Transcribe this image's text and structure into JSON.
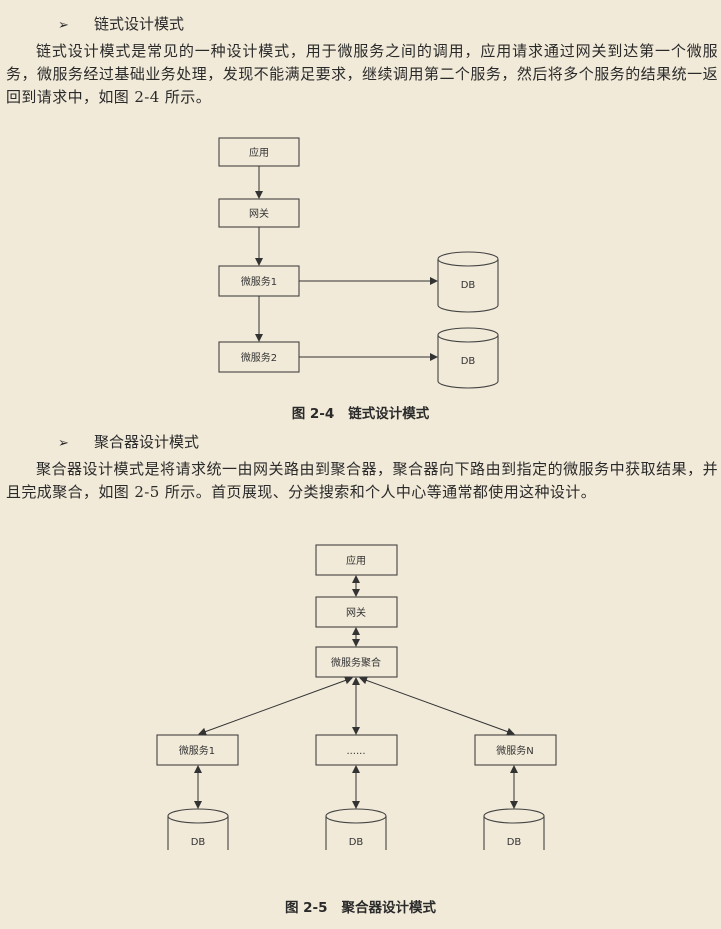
{
  "sections": [
    {
      "heading": "链式设计模式",
      "bullet": "➢",
      "paragraph": "链式设计模式是常见的一种设计模式，用于微服务之间的调用，应用请求通过网关到达第一个微服务，微服务经过基础业务处理，发现不能满足要求，继续调用第二个服务，然后将多个服务的结果统一返回到请求中，如图 2-4 所示。"
    },
    {
      "heading": "聚合器设计模式",
      "bullet": "➢",
      "paragraph": "聚合器设计模式是将请求统一由网关路由到聚合器，聚合器向下路由到指定的微服务中获取结果，并且完成聚合，如图 2-5 所示。首页展现、分类搜索和个人中心等通常都使用这种设计。"
    }
  ],
  "figure_2_4": {
    "number": "图 2-4",
    "title": "链式设计模式",
    "nodes": {
      "app": "应用",
      "gateway": "网关",
      "service1": "微服务1",
      "service2": "微服务2",
      "db1": "DB",
      "db2": "DB"
    }
  },
  "figure_2_5": {
    "number": "图 2-5",
    "title": "聚合器设计模式",
    "nodes": {
      "app": "应用",
      "gateway": "网关",
      "aggregator": "微服务聚合",
      "service1": "微服务1",
      "ellipsis": "......",
      "serviceN": "微服务N",
      "db1": "DB",
      "db2": "DB",
      "db3": "DB"
    }
  }
}
